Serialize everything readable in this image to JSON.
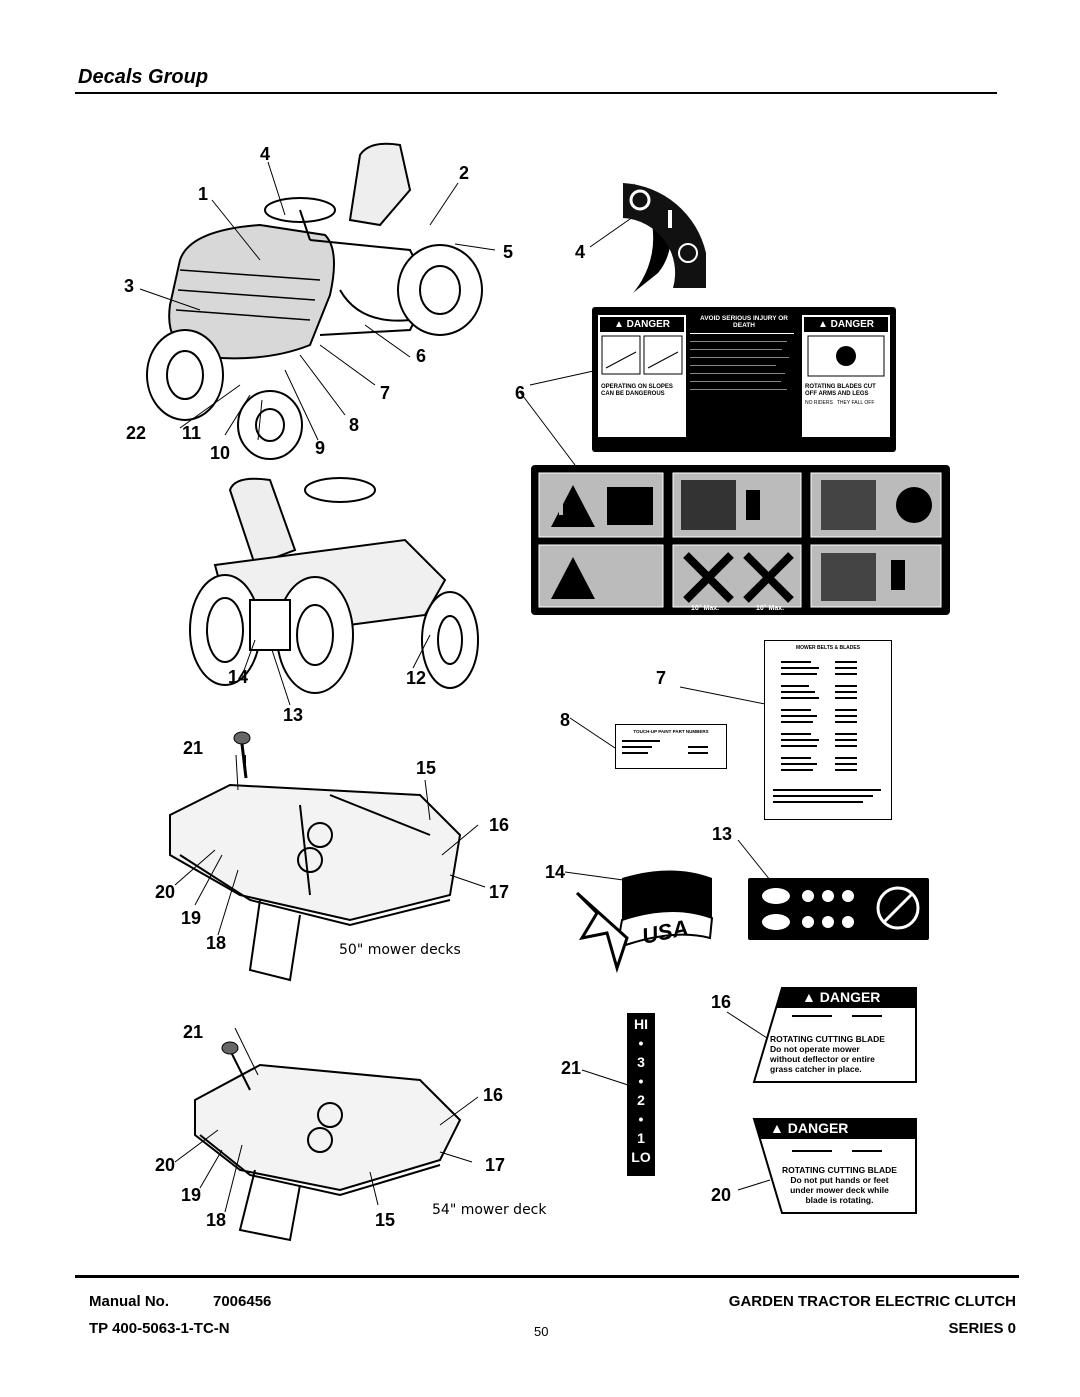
{
  "header": {
    "title": "Decals Group"
  },
  "callouts": {
    "c1": "1",
    "c2": "2",
    "c3": "3",
    "c4": "4",
    "c5": "5",
    "c6": "6",
    "c7": "7",
    "c8": "8",
    "c9": "9",
    "c10": "10",
    "c11": "11",
    "c12": "12",
    "c13": "13",
    "c14": "14",
    "c15": "15",
    "c16": "16",
    "c17": "17",
    "c18": "18",
    "c19": "19",
    "c20": "20",
    "c21": "21",
    "c22": "22"
  },
  "captions": {
    "deck50": "50\" mower decks",
    "deck54": "54\" mower deck"
  },
  "decals": {
    "danger_main": {
      "left_header": "DANGER",
      "mid_header": "AVOID SERIOUS INJURY OR DEATH",
      "right_header": "DANGER",
      "left_label": "OPERATING ON SLOPES CAN BE DANGEROUS",
      "right_label": "ROTATING BLADES CUT OFF ARMS AND LEGS",
      "right_small": "NO RIDERS",
      "right_small2": "THEY FALL OFF"
    },
    "pictograms": {
      "slope_left": "10° Max.",
      "slope_right": "10° Max."
    },
    "belts_title": "MOWER BELTS & BLADES",
    "paint_title": "TOUCH-UP PAINT PART NUMBERS",
    "usa": "USA",
    "height_scale": [
      "HI",
      "•",
      "3",
      "•",
      "2",
      "•",
      "1",
      "LO"
    ],
    "danger16": {
      "header": "DANGER",
      "line1": "ROTATING CUTTING BLADE",
      "line2": "Do not operate mower",
      "line3": "without deflector or entire",
      "line4": "grass catcher in place."
    },
    "danger20": {
      "header": "DANGER",
      "line1": "ROTATING CUTTING BLADE",
      "line2": "Do not put hands or feet",
      "line3": "under mower deck while",
      "line4": "blade is rotating."
    }
  },
  "footer": {
    "manual_label": "Manual No.",
    "manual_number": "7006456",
    "tp": "TP 400-5063-1-TC-N",
    "page": "50",
    "product": "GARDEN TRACTOR ELECTRIC CLUTCH",
    "series": "SERIES 0"
  }
}
